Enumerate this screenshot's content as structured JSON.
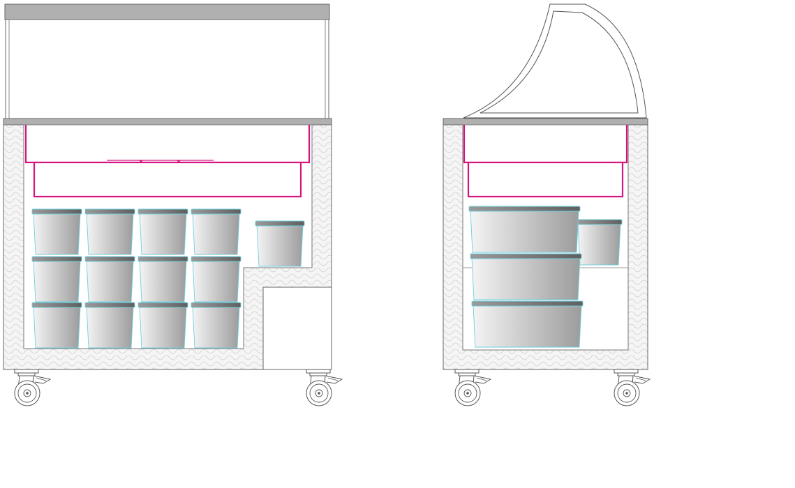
{
  "drawing": {
    "views": [
      {
        "name": "front-view",
        "tubs": 13,
        "casters": 2
      },
      {
        "name": "side-view",
        "tubs": 4,
        "casters": 2
      }
    ]
  },
  "colors": {
    "outline": "#555555",
    "countertop": "#b0b0b0",
    "insulation": "#cfcfcf",
    "insulation_fill": "#f4f4f4",
    "drawer_accent": "#d4157f",
    "tub_edge": "#6fcfdc",
    "tub_light": "#f2f2f2",
    "tub_dark": "#a4a4a4",
    "lid_dark": "#7a7a7a",
    "background": "#ffffff"
  },
  "icons": [
    "caster-wheel-icon"
  ]
}
